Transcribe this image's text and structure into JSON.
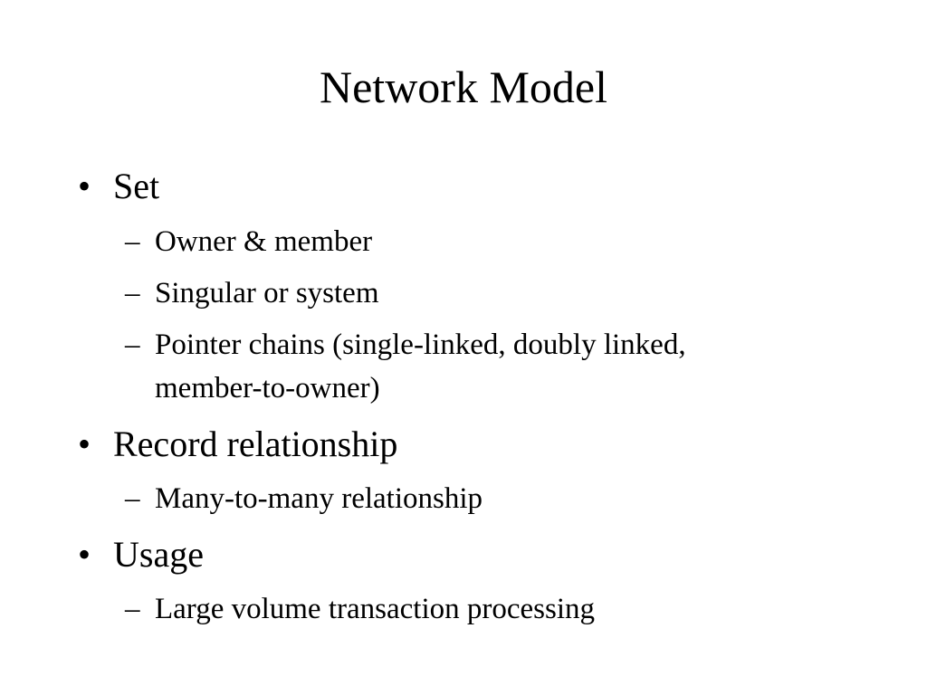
{
  "slide": {
    "title": "Network Model",
    "bullet_mark": "•",
    "dash_mark": "–",
    "items": [
      {
        "text": "Set",
        "subitems": [
          {
            "lines": [
              "Owner & member"
            ]
          },
          {
            "lines": [
              "Singular or system"
            ]
          },
          {
            "lines": [
              "Pointer chains (single-linked, doubly linked,",
              "member-to-owner)"
            ]
          }
        ]
      },
      {
        "text": "Record relationship",
        "subitems": [
          {
            "lines": [
              "Many-to-many relationship"
            ]
          }
        ]
      },
      {
        "text": "Usage",
        "subitems": [
          {
            "lines": [
              "Large volume transaction processing"
            ]
          }
        ]
      }
    ]
  }
}
